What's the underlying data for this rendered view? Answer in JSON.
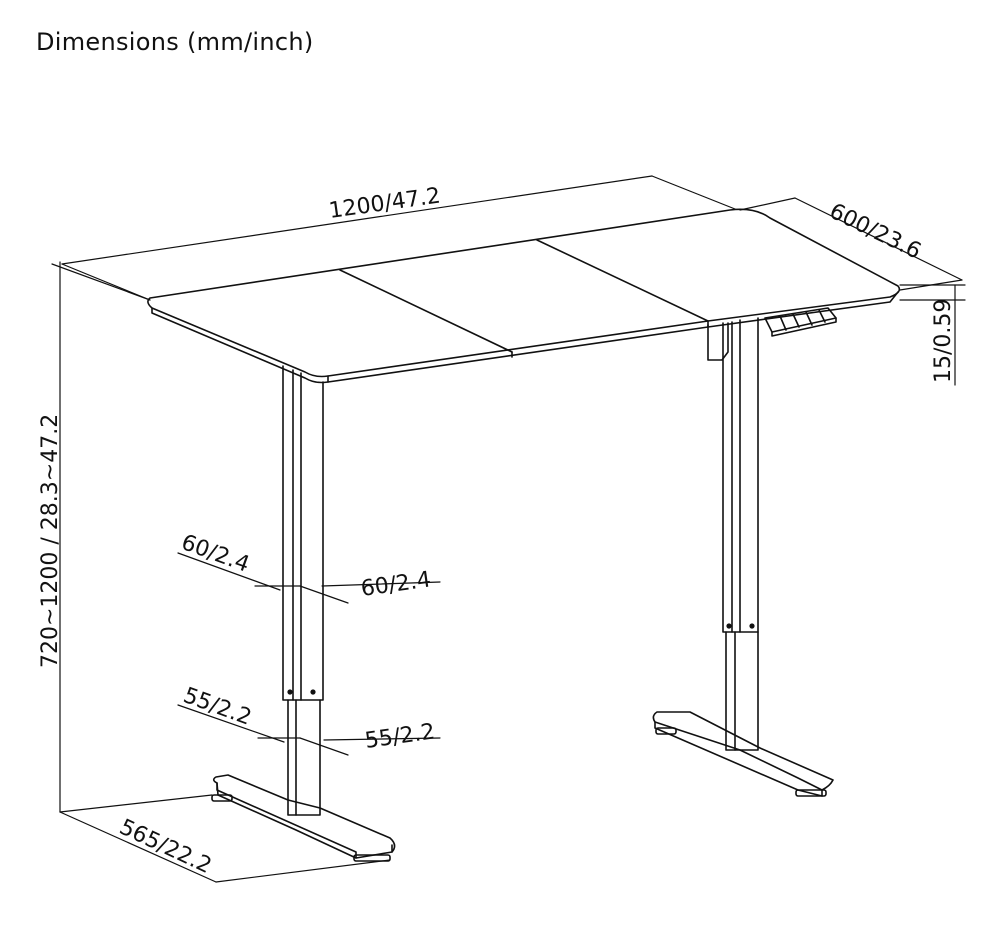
{
  "title": "Dimensions (mm/inch)",
  "dimensions": {
    "width": "1200/47.2",
    "depth": "600/23.6",
    "top_thickness": "15/0.59",
    "height_range": "720~1200 / 28.3~47.2",
    "upper_column_depth": "60/2.4",
    "upper_column_width": "60/2.4",
    "lower_column_depth": "55/2.2",
    "lower_column_width": "55/2.2",
    "foot_length": "565/22.2"
  },
  "colors": {
    "line": "#111111",
    "background": "#ffffff"
  }
}
